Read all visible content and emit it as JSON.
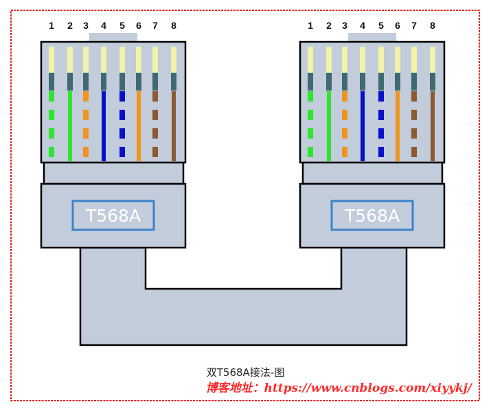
{
  "pins": [
    "1",
    "2",
    "3",
    "4",
    "5",
    "6",
    "7",
    "8"
  ],
  "connectors": [
    {
      "standard": "T568A"
    },
    {
      "standard": "T568A"
    }
  ],
  "wires": [
    {
      "color": "#2ee52e",
      "striped": true
    },
    {
      "color": "#2ee52e",
      "striped": false
    },
    {
      "color": "#f0941e",
      "striped": true
    },
    {
      "color": "#0a10c8",
      "striped": false
    },
    {
      "color": "#0a10c8",
      "striped": true
    },
    {
      "color": "#f0941e",
      "striped": false
    },
    {
      "color": "#8b5a35",
      "striped": true
    },
    {
      "color": "#8b5a35",
      "striped": false
    }
  ],
  "colors": {
    "body": "#c2ccdb",
    "outline": "#000000",
    "contact_tip": "#f2f2a8",
    "contact_mid": "#3f6a70",
    "label_border": "#3b83c8",
    "frame_border": "#e02020"
  },
  "caption": "双T568A接法-图",
  "blog_url": "博客地址：https://www.cnblogs.com/xiyykj/"
}
